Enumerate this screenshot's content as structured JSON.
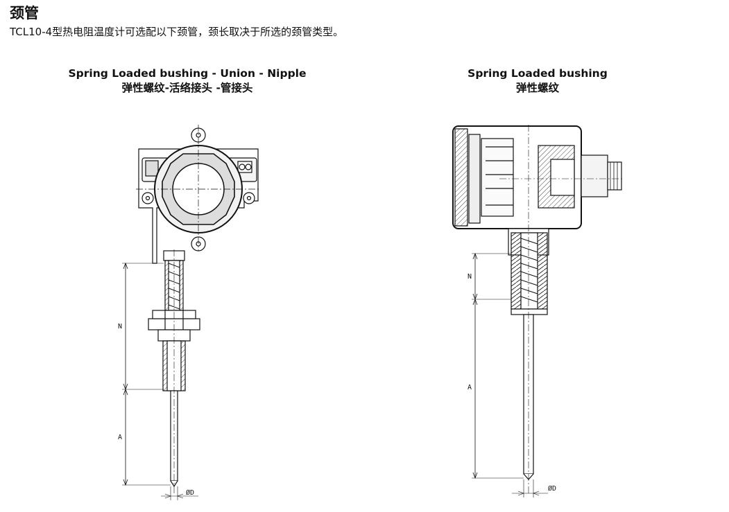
{
  "header": {
    "title": "颈管",
    "subtitle": "TCL10-4型热电阻温度计可选配以下颈管，颈长取决于所选的颈管类型。"
  },
  "figures": [
    {
      "caption_en": "Spring Loaded bushing - Union - Nipple",
      "caption_cn": "弹性螺纹-活络接头 -管接头",
      "dims": {
        "n": "N",
        "a": "A",
        "d": "ØD"
      }
    },
    {
      "caption_en": "Spring Loaded bushing",
      "caption_cn": "弹性螺纹",
      "dims": {
        "n": "N",
        "a": "A",
        "d": "ØD"
      }
    }
  ]
}
